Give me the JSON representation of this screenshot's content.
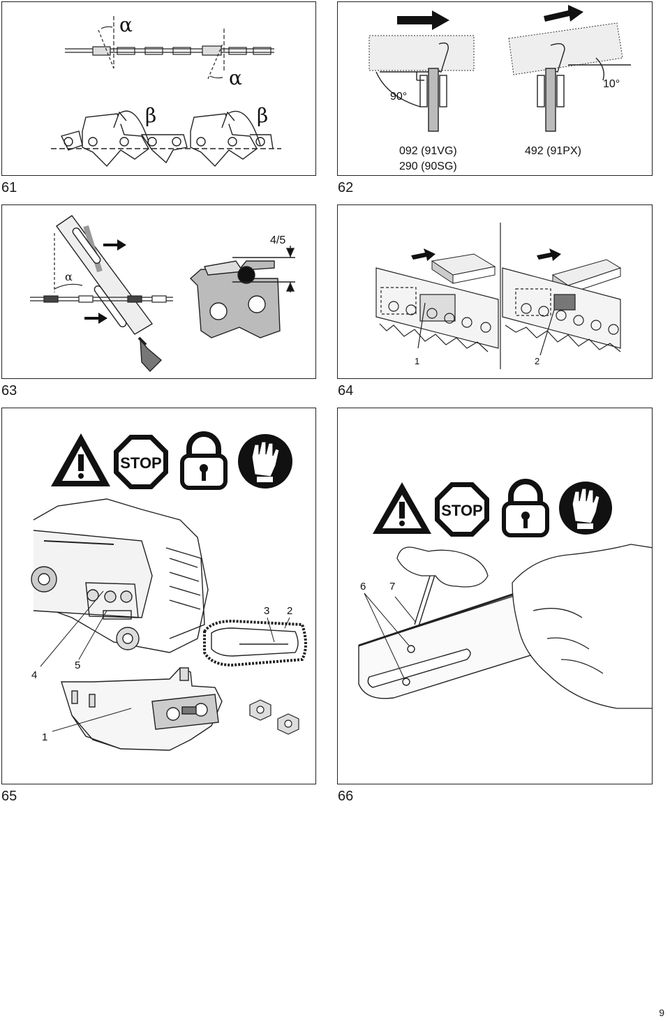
{
  "page_number": "9",
  "figures": {
    "f61": {
      "number": "61",
      "alpha": "α",
      "beta": "β"
    },
    "f62": {
      "number": "62",
      "angle_left": "90°",
      "angle_right": "10°",
      "model_left_1": "092 (91VG)",
      "model_left_2": "290 (90SG)",
      "model_right": "492 (91PX)"
    },
    "f63": {
      "number": "63",
      "alpha": "α",
      "depth": "4/5"
    },
    "f64": {
      "number": "64",
      "label_1": "1",
      "label_2": "2"
    },
    "f65": {
      "number": "65",
      "stop": "STOP",
      "label_1": "1",
      "label_2": "2",
      "label_3": "3",
      "label_4": "4",
      "label_5": "5"
    },
    "f66": {
      "number": "66",
      "stop": "STOP",
      "label_6": "6",
      "label_7": "7"
    }
  },
  "icons": [
    "warning-icon",
    "stop-sign-icon",
    "padlock-icon",
    "gloves-icon"
  ]
}
